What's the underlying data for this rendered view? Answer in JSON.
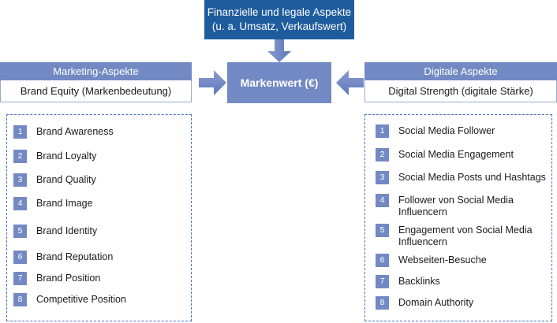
{
  "colors": {
    "dark_blue": "#1F5C9E",
    "medium_blue": "#7389C4",
    "dashed_border_blue": "#4472C4",
    "text_dark": "#1A1A1A",
    "white": "#FFFFFF"
  },
  "top_header": {
    "line1": "Finanzielle und legale Aspekte",
    "line2": "(u. a. Umsatz, Verkaufswert)"
  },
  "center": {
    "label": "Markenwert (€)"
  },
  "panel_left": {
    "header": "Marketing-Aspekte",
    "body": "Brand Equity (Markenbedeutung)"
  },
  "panel_right": {
    "header": "Digitale Aspekte",
    "body": "Digital Strength (digitale Stärke)"
  },
  "list_left": {
    "items": [
      {
        "num": "1",
        "line1": "Brand Awareness",
        "line2": ""
      },
      {
        "num": "2",
        "line1": "Brand Loyalty",
        "line2": ""
      },
      {
        "num": "3",
        "line1": "Brand Quality",
        "line2": ""
      },
      {
        "num": "4",
        "line1": "Brand Image",
        "line2": ""
      },
      {
        "num": "5",
        "line1": "Brand Identity",
        "line2": ""
      },
      {
        "num": "6",
        "line1": "Brand Reputation",
        "line2": ""
      },
      {
        "num": "7",
        "line1": "Brand Position",
        "line2": ""
      },
      {
        "num": "8",
        "line1": "Competitive Position",
        "line2": ""
      }
    ]
  },
  "list_right": {
    "items": [
      {
        "num": "1",
        "line1": "Social Media Follower",
        "line2": ""
      },
      {
        "num": "2",
        "line1": "Social Media Engagement",
        "line2": ""
      },
      {
        "num": "3",
        "line1": "Social Media Posts und Hashtags",
        "line2": ""
      },
      {
        "num": "4",
        "line1": "Follower von Social Media",
        "line2": "Influencern"
      },
      {
        "num": "5",
        "line1": "Engagement von Social Media",
        "line2": "Influencern"
      },
      {
        "num": "6",
        "line1": "Webseiten-Besuche",
        "line2": ""
      },
      {
        "num": "7",
        "line1": "Backlinks",
        "line2": ""
      },
      {
        "num": "8",
        "line1": "Domain Authority",
        "line2": ""
      }
    ]
  },
  "arrows": {
    "down": "arrow-down-icon",
    "to_center_from_left": "arrow-right-icon",
    "to_center_from_right": "arrow-left-icon"
  }
}
